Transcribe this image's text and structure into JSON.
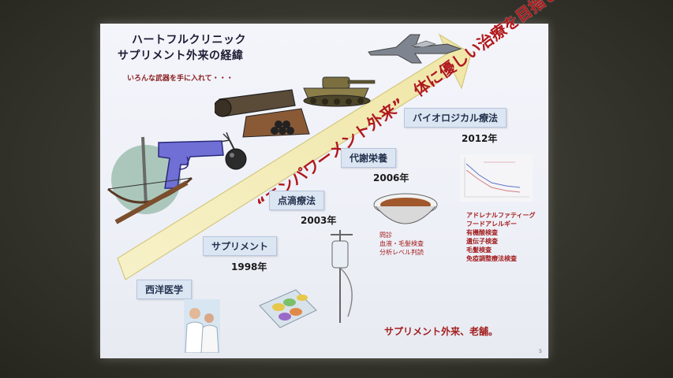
{
  "slide": {
    "title_line1": "ハートフルクリニック",
    "title_line2": "サプリメント外来の経緯",
    "subtitle": "いろんな武器を手に入れて・・・",
    "slogan": "“エンパワーメント外来”　体に優しい治療を目指して",
    "steps": [
      {
        "label": "西洋医学",
        "year": ""
      },
      {
        "label": "サプリメント",
        "year": "1998年"
      },
      {
        "label": "点滴療法",
        "year": "2003年"
      },
      {
        "label": "代謝栄養",
        "year": "2006年"
      },
      {
        "label": "バイオロジカル療法",
        "year": "2012年"
      }
    ],
    "exam_notes": [
      "問診",
      "血液・毛髪検査",
      "分析レベル判読"
    ],
    "test_list": [
      "アドレナルファティーグ",
      "フードアレルギー",
      "有機酸検査",
      "遺伝子検査",
      "毛髪検査",
      "免疫調整療法検査"
    ],
    "tagline": "サプリメント外来、老舗。",
    "page_number": "5"
  },
  "colors": {
    "arrow_fill": "#f4eec0",
    "slogan_red": "#b0191c",
    "step_box": "#dce6f3"
  },
  "icons": [
    "fighter-jet-icon",
    "tank-icon",
    "cannon-icon",
    "bomb-icon",
    "pistol-icon",
    "crossbow-icon",
    "iv-drip-icon",
    "food-bowl-icon",
    "pills-icon",
    "doctors-photo",
    "mini-chart-icon"
  ]
}
